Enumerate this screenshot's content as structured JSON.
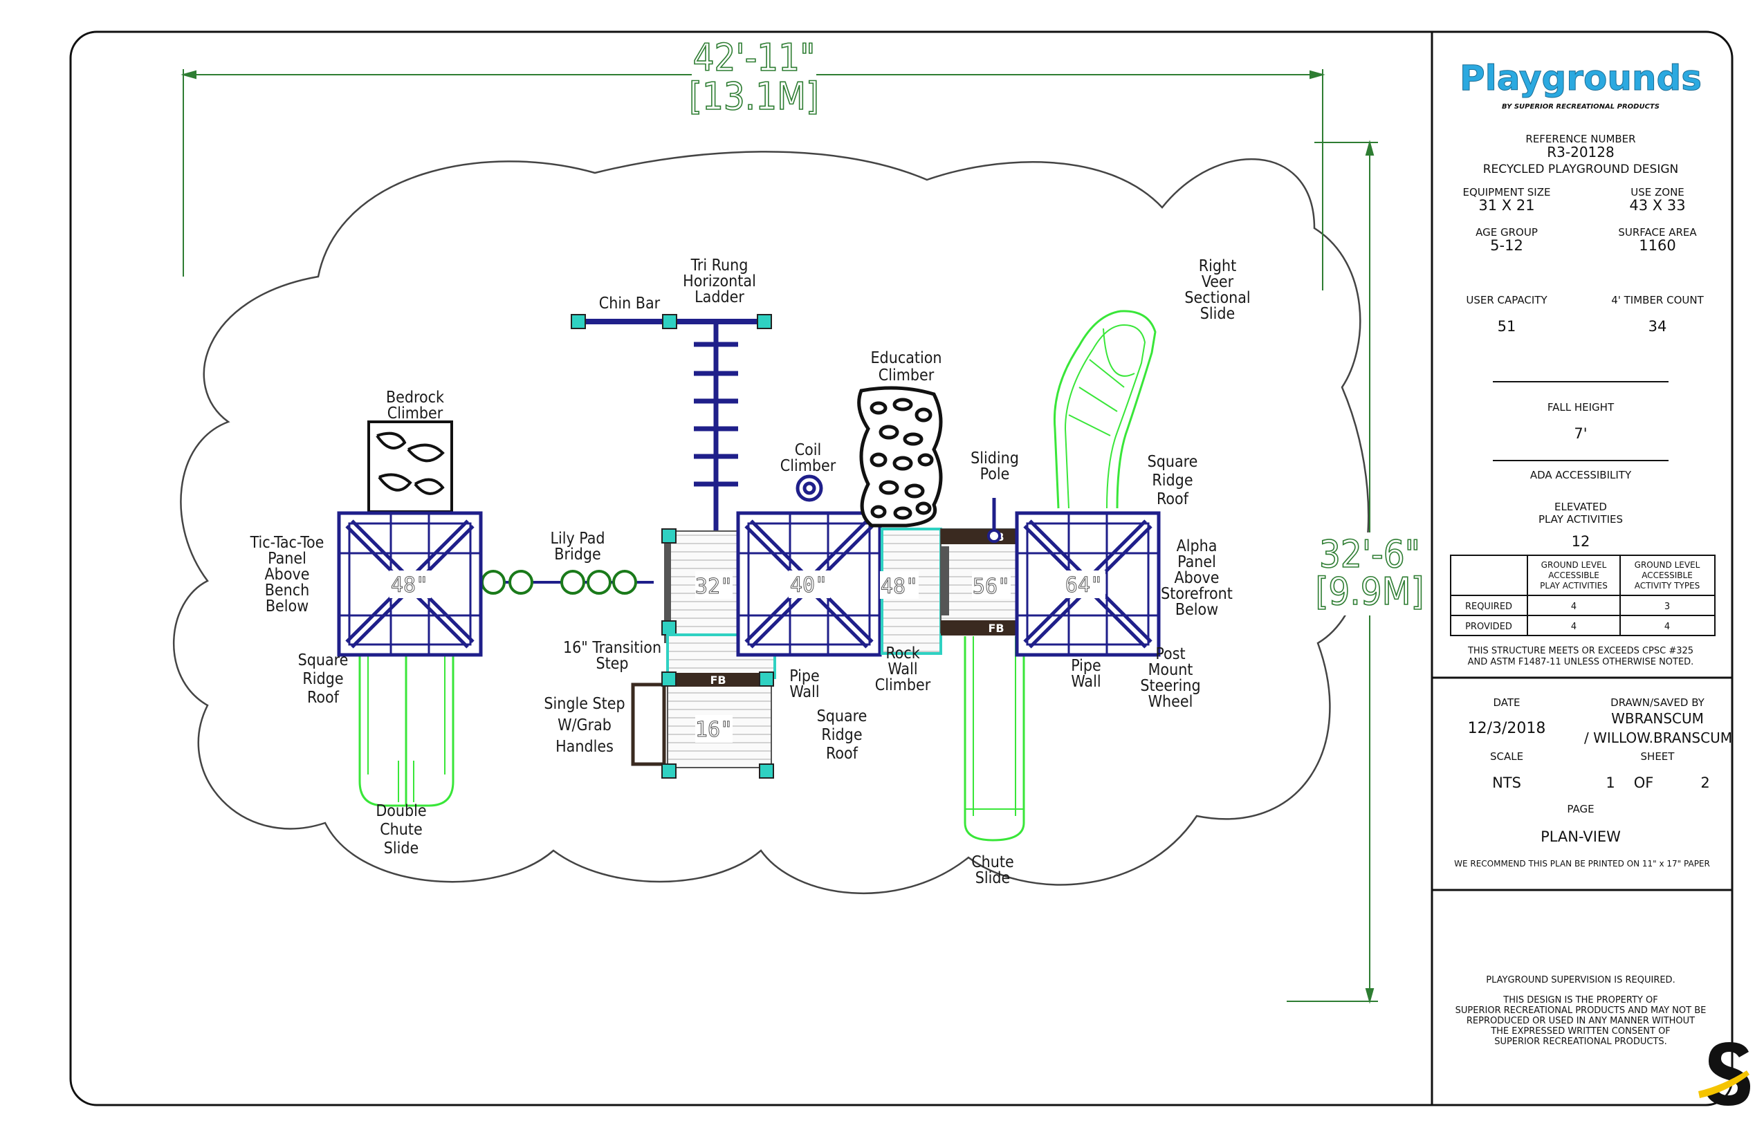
{
  "brand": {
    "name": "Playgrounds",
    "tagline": "BY SUPERIOR RECREATIONAL PRODUCTS",
    "color": "#2ba9e0"
  },
  "colors": {
    "frame": "#1f1f8a",
    "slide": "#39e639",
    "teal": "#2fd1c2",
    "deck": "#f2f2f2",
    "dimension": "#2e7d32"
  },
  "dimensions": {
    "width_ft": "42'-11\"",
    "width_m": "[13.1M]",
    "height_ft": "32'-6\"",
    "height_m": "[9.9M]"
  },
  "labels": {
    "chin_bar": "Chin Bar",
    "tri_rung": [
      "Tri Rung",
      "Horizontal",
      "Ladder"
    ],
    "education_climber": [
      "Education",
      "Climber"
    ],
    "right_veer": [
      "Right",
      "Veer",
      "Sectional",
      "Slide"
    ],
    "bedrock_climber": [
      "Bedrock",
      "Climber"
    ],
    "coil_climber": [
      "Coil",
      "Climber"
    ],
    "sliding_pole": [
      "Sliding",
      "Pole"
    ],
    "square_ridge_roof_right": [
      "Square",
      "Ridge",
      "Roof"
    ],
    "tic_tac_toe": [
      "Tic-Tac-Toe",
      "Panel",
      "Above",
      "Bench",
      "Below"
    ],
    "lily_pad": [
      "Lily Pad",
      "Bridge"
    ],
    "alpha_panel": [
      "Alpha",
      "Panel",
      "Above",
      "Storefront",
      "Below"
    ],
    "square_ridge_roof_left": [
      "Square",
      "Ridge",
      "Roof"
    ],
    "transition_step": [
      "16\" Transition",
      "Step"
    ],
    "pipe_wall_mid": [
      "Pipe",
      "Wall"
    ],
    "rock_wall": [
      "Rock",
      "Wall",
      "Climber"
    ],
    "pipe_wall_right": [
      "Pipe",
      "Wall"
    ],
    "post_mount": [
      "Post",
      "Mount",
      "Steering",
      "Wheel"
    ],
    "single_step": [
      "Single Step",
      "W/Grab",
      "Handles"
    ],
    "square_ridge_roof_mid": [
      "Square",
      "Ridge",
      "Roof"
    ],
    "double_chute": [
      "Double",
      "Chute",
      "Slide"
    ],
    "chute_slide": [
      "Chute",
      "Slide"
    ]
  },
  "platforms": {
    "p48a": "48\"",
    "p32": "32\"",
    "p40": "40\"",
    "p48b": "48\"",
    "p56": "56\"",
    "p64": "64\"",
    "p16": "16\""
  },
  "fb": "FB",
  "title_block": {
    "ref_label": "REFERENCE NUMBER",
    "ref_value": "R3-20128",
    "design": "RECYCLED PLAYGROUND DESIGN",
    "equip_size_label": "EQUIPMENT SIZE",
    "equip_size": "31 X 21",
    "use_zone_label": "USE ZONE",
    "use_zone": "43 X 33",
    "age_label": "AGE GROUP",
    "age": "5-12",
    "surface_label": "SURFACE AREA",
    "surface": "1160",
    "capacity_label": "USER CAPACITY",
    "capacity": "51",
    "timber_label": "4' TIMBER COUNT",
    "timber": "34",
    "fall_label": "FALL HEIGHT",
    "fall": "7'",
    "ada_label": "ADA ACCESSIBILITY",
    "elevated_label1": "ELEVATED",
    "elevated_label2": "PLAY ACTIVITIES",
    "elevated": "12",
    "table": {
      "col1": [
        "GROUND LEVEL",
        "ACCESSIBLE",
        "PLAY ACTIVITIES"
      ],
      "col2": [
        "GROUND LEVEL",
        "ACCESSIBLE",
        "ACTIVITY TYPES"
      ],
      "rows": [
        {
          "label": "REQUIRED",
          "a": "4",
          "b": "3"
        },
        {
          "label": "PROVIDED",
          "a": "4",
          "b": "4"
        }
      ]
    },
    "cpsc1": "THIS STRUCTURE MEETS OR EXCEEDS CPSC #325",
    "cpsc2": "AND ASTM F1487-11 UNLESS OTHERWISE NOTED.",
    "date_label": "DATE",
    "date": "12/3/2018",
    "drawn_label": "DRAWN/SAVED BY",
    "drawn1": "WBRANSCUM",
    "drawn2": "/ WILLOW.BRANSCUM",
    "scale_label": "SCALE",
    "scale": "NTS",
    "sheet_label": "SHEET",
    "sheet_num": "1",
    "sheet_of": "OF",
    "sheet_total": "2",
    "page_label": "PAGE",
    "page": "PLAN-VIEW",
    "recommend": "WE RECOMMEND THIS PLAN BE PRINTED ON 11\" x 17\" PAPER",
    "supervision": "PLAYGROUND SUPERVISION IS REQUIRED.",
    "legal": [
      "THIS DESIGN IS THE PROPERTY OF",
      "SUPERIOR RECREATIONAL PRODUCTS AND MAY NOT BE",
      "REPRODUCED OR USED IN ANY MANNER WITHOUT",
      "THE EXPRESSED WRITTEN CONSENT OF",
      "SUPERIOR RECREATIONAL PRODUCTS."
    ]
  }
}
